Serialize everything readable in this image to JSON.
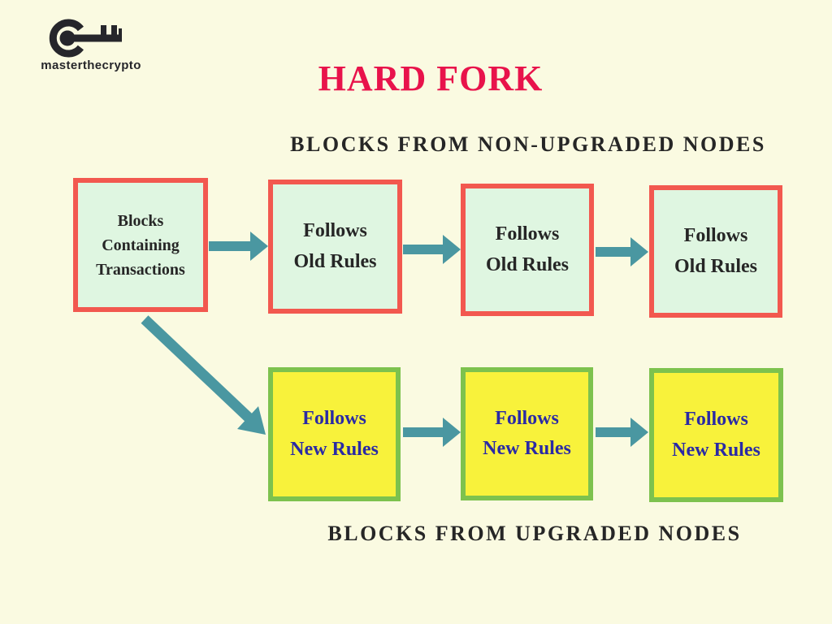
{
  "brand": {
    "name": "masterthecrypto",
    "icon": "key-icon"
  },
  "title": {
    "text": "HARD FORK"
  },
  "sections": {
    "non_upgraded": {
      "heading": "BLOCKS FROM NON-UPGRADED NODES",
      "boxes": [
        "Blocks\nContaining\nTransactions",
        "Follows\nOld Rules",
        "Follows\nOld Rules",
        "Follows\nOld Rules"
      ]
    },
    "upgraded": {
      "heading": "BLOCKS FROM UPGRADED NODES",
      "boxes": [
        "Follows\nNew Rules",
        "Follows\nNew Rules",
        "Follows\nNew Rules"
      ]
    }
  },
  "colors": {
    "background": "#FAFAE1",
    "title": "#E8134B",
    "heading_text": "#262626",
    "old_box_fill": "#DFF6E1",
    "old_box_border": "#F2584F",
    "old_box_text": "#262626",
    "new_box_fill": "#F8F23B",
    "new_box_border": "#7DC24E",
    "new_box_text": "#2A2AA5",
    "arrow": "#4A97A1",
    "logo": "#26262B"
  }
}
